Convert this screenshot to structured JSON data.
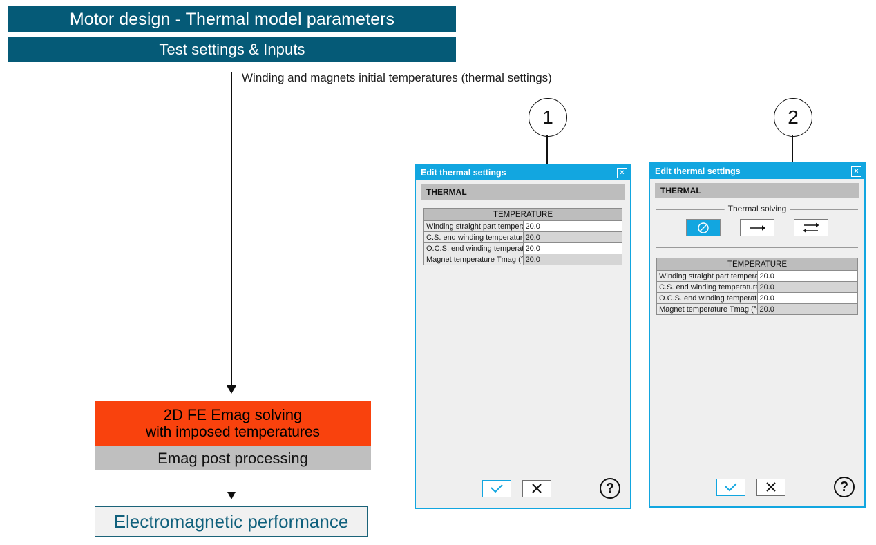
{
  "header": {
    "title": "Motor design - Thermal model parameters",
    "subtitle": "Test settings & Inputs",
    "band_color": "#055a77"
  },
  "flow": {
    "caption": "Winding and magnets initial temperatures (thermal settings)",
    "solve_box": {
      "line1": "2D FE Emag solving",
      "line2": "with imposed temperatures",
      "color": "#f9420d"
    },
    "post_box": {
      "label": "Emag post processing",
      "color": "#bfbfbf"
    },
    "result_box": {
      "label": "Electromagnetic performance",
      "color": "#10607c"
    }
  },
  "callouts": [
    {
      "number": "1"
    },
    {
      "number": "2"
    }
  ],
  "dialog1": {
    "title": "Edit thermal settings",
    "close_label": "×",
    "section": "THERMAL",
    "table": {
      "header": "TEMPERATURE",
      "rows": [
        {
          "label": "Winding straight part temperature (°C)",
          "value": "20.0"
        },
        {
          "label": "C.S. end winding temperature (°C)",
          "value": "20.0"
        },
        {
          "label": "O.C.S. end winding temperature (°C)",
          "value": "20.0"
        },
        {
          "label": "Magnet temperature Tmag (°C)",
          "value": "20.0"
        }
      ]
    },
    "footer": {
      "ok": "✓",
      "cancel": "✕",
      "help": "?"
    }
  },
  "dialog2": {
    "title": "Edit thermal settings",
    "close_label": "×",
    "section": "THERMAL",
    "group": {
      "legend": "Thermal solving",
      "options": [
        {
          "icon": "no-solving-icon",
          "selected": true
        },
        {
          "icon": "one-way-arrow-icon",
          "selected": false
        },
        {
          "icon": "two-way-arrow-icon",
          "selected": false
        }
      ]
    },
    "table": {
      "header": "TEMPERATURE",
      "rows": [
        {
          "label": "Winding straight part temperature (°C)",
          "value": "20.0"
        },
        {
          "label": "C.S. end winding temperature (°C)",
          "value": "20.0"
        },
        {
          "label": "O.C.S. end winding temperature (°C)",
          "value": "20.0"
        },
        {
          "label": "Magnet temperature Tmag (°C)",
          "value": "20.0"
        }
      ]
    },
    "footer": {
      "ok": "✓",
      "cancel": "✕",
      "help": "?"
    }
  }
}
